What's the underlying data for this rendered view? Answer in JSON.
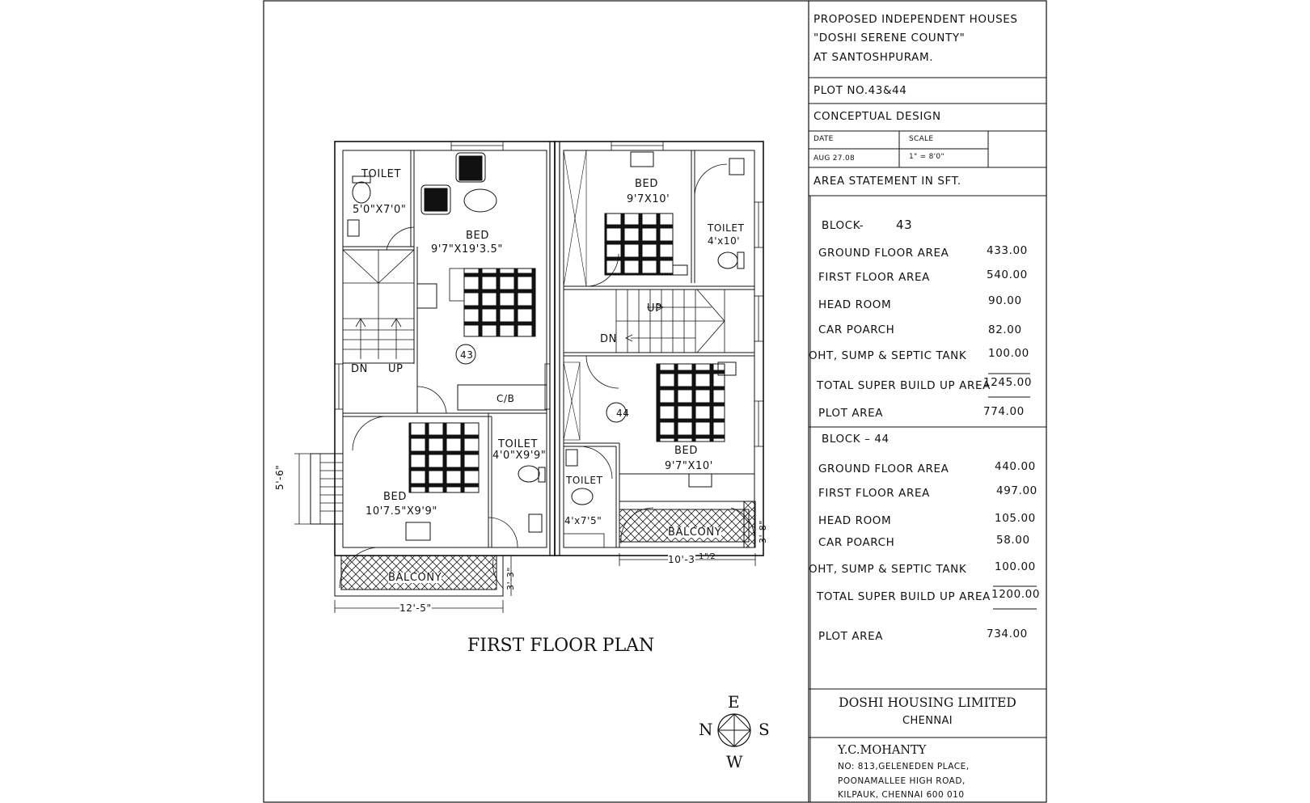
{
  "project": {
    "line1": "PROPOSED INDEPENDENT HOUSES",
    "line2": "\"DOSHI SERENE COUNTY\"",
    "line3": "AT SANTOSHPURAM.",
    "plot_no": "PLOT NO.43&44",
    "design": "CONCEPTUAL DESIGN",
    "date_label": "DATE",
    "date_value": "AUG 27.08",
    "scale_label": "SCALE",
    "scale_value": "1\" = 8'0\""
  },
  "area_statement": {
    "title": "AREA STATEMENT   IN SFT.",
    "blocks": [
      {
        "heading": "BLOCK-",
        "number": "43",
        "rows": [
          {
            "label": "GROUND FLOOR   AREA",
            "value": "433.00"
          },
          {
            "label": "FIRST FLOOR   AREA",
            "value": "540.00"
          },
          {
            "label": "HEAD ROOM",
            "value": "90.00"
          },
          {
            "label": "CAR POARCH",
            "value": "82.00"
          },
          {
            "label": "OHT, SUMP & SEPTIC TANK",
            "value": "100.00"
          },
          {
            "label": "TOTAL SUPER BUILD UP AREA",
            "value": "1245.00"
          },
          {
            "label": "PLOT AREA",
            "value": "774.00"
          }
        ]
      },
      {
        "heading": "BLOCK – 44",
        "number": "",
        "rows": [
          {
            "label": "GROUND FLOOR   AREA",
            "value": "440.00"
          },
          {
            "label": "FIRST FLOOR   AREA",
            "value": "497.00"
          },
          {
            "label": "HEAD ROOM",
            "value": "105.00"
          },
          {
            "label": "CAR POARCH",
            "value": "58.00"
          },
          {
            "label": "OHT, SUMP & SEPTIC TANK",
            "value": "100.00"
          },
          {
            "label": "TOTAL SUPER BUILD UP AREA",
            "value": "1200.00"
          },
          {
            "label": "PLOT AREA",
            "value": "734.00"
          }
        ]
      }
    ]
  },
  "company": {
    "name": "DOSHI HOUSING LIMITED",
    "city": "CHENNAI"
  },
  "architect": {
    "name": "Y.C.MOHANTY",
    "addr1": "NO: 813,GELENEDEN PLACE,",
    "addr2": "POONAMALLEE HIGH ROAD,",
    "addr3": "KILPAUK, CHENNAI 600 010"
  },
  "plan": {
    "title": "FIRST FLOOR PLAN",
    "rooms": {
      "toilet_43_top": {
        "name": "TOILET",
        "size": "5'0\"X7'0\""
      },
      "bed_43_top": {
        "name": "BED",
        "size": "9'7\"X19'3.5\""
      },
      "block_43_tag": "43",
      "cb": "C/B",
      "toilet_43_mid": {
        "name": "TOILET",
        "size": "4'0\"X9'9\""
      },
      "bed_43_bottom": {
        "name": "BED",
        "size": "10'7.5\"X9'9\""
      },
      "balcony_43": "BALCONY",
      "bed_44_top": {
        "name": "BED",
        "size": "9'7X10'"
      },
      "toilet_44_top": {
        "name": "TOILET",
        "size": "4'x10'"
      },
      "block_44_tag": "44",
      "bed_44_bottom": {
        "name": "BED",
        "size": "9'7\"X10'"
      },
      "toilet_44_bottom": {
        "name": "TOILET",
        "size": "4'x7'5\""
      },
      "balcony_44": "BALCONY"
    },
    "stairs": {
      "dn": "DN",
      "up": "UP"
    },
    "dimensions": {
      "left_vertical": "5'-6\"",
      "bottom_43": "12'-5\"",
      "balcony_43_depth": "3'-3\"",
      "bottom_44": "10'-3",
      "bottom_44_fraction": "1\"⁄2",
      "balcony_44_depth": "3'-8\""
    }
  },
  "compass": {
    "n": "N",
    "e": "E",
    "s": "S",
    "w": "W"
  }
}
